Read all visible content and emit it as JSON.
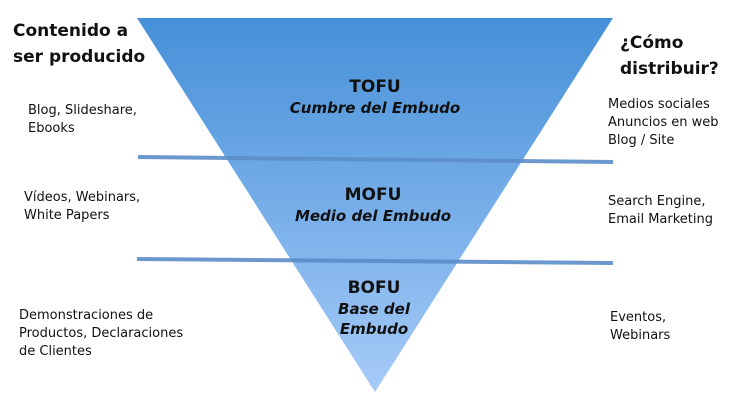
{
  "left_header": {
    "line1": "Contenido a",
    "line2": "ser producido"
  },
  "right_header": {
    "line1": "¿Cómo",
    "line2": "distribuir?"
  },
  "stages": [
    {
      "name": "TOFU",
      "subtitle": "Cumbre del Embudo",
      "content": [
        "Blog, Slideshare,",
        "Ebooks"
      ],
      "distribution": [
        "Medios sociales",
        "Anuncios en web",
        "Blog / Site"
      ]
    },
    {
      "name": "MOFU",
      "subtitle": "Medio del Embudo",
      "content": [
        "Vídeos, Webinars,",
        "White Papers"
      ],
      "distribution": [
        "Search Engine,",
        "Email Marketing"
      ]
    },
    {
      "name": "BOFU",
      "subtitle_line1": "Base del",
      "subtitle_line2": "Embudo",
      "content": [
        "Demonstraciones de",
        "Productos, Declaraciones",
        "de Clientes"
      ],
      "distribution": [
        "Eventos,",
        "Webinars"
      ]
    }
  ],
  "colors": {
    "funnel_top": "#4a90d9",
    "funnel_bottom": "#a3c8f7",
    "divider": "#5b8fc9"
  }
}
